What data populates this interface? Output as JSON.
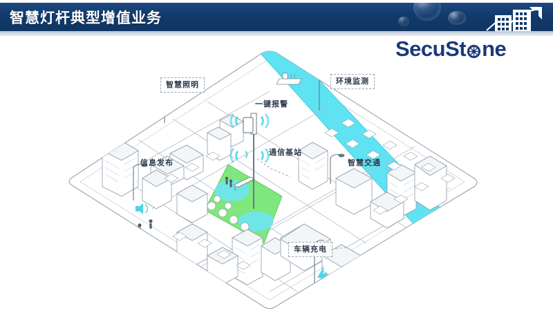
{
  "header": {
    "title": "智慧灯杆典型增值业务",
    "bar_color": "#123a6b",
    "underline_color": "#c3cedb",
    "decor": {
      "bubbles": [
        "bubble-large",
        "bubble-medium",
        "bubble-small"
      ],
      "emblem_icon": "buildings-growth-arrow-icon"
    }
  },
  "brand": {
    "text_before": "SecuSt",
    "gear_letter": "o",
    "text_after": "ne",
    "full_name": "SecuStone",
    "color": "#1b3a7a",
    "gear_icon": "gear-wheel-icon"
  },
  "illustration": {
    "name": "isometric-smart-city-diagram",
    "base_plate_color": "#ffffff",
    "outline_color": "#8e9aa6",
    "park_color": "#7fe07f",
    "water_color": "#5de3f0",
    "accent_color": "#3ad6e8",
    "river_label": "river",
    "boat_label": "boat",
    "center_pole": "smart-light-pole"
  },
  "callouts": [
    {
      "id": "smart-lighting",
      "label": "智慧照明",
      "boxed": true,
      "icon": "street-lamp-icon"
    },
    {
      "id": "env-monitor",
      "label": "环境监测",
      "boxed": true,
      "icon": "sensor-icon"
    },
    {
      "id": "one-key-alarm",
      "label": "一键报警",
      "boxed": false,
      "icon": "alarm-signal-icon"
    },
    {
      "id": "info-release",
      "label": "信息发布",
      "boxed": false,
      "icon": "speaker-icon"
    },
    {
      "id": "base-station",
      "label": "通信基站",
      "boxed": false,
      "icon": "antenna-icon"
    },
    {
      "id": "smart-traffic",
      "label": "智慧交通",
      "boxed": false,
      "icon": "traffic-icon"
    },
    {
      "id": "vehicle-charge",
      "label": "车辆充电",
      "boxed": true,
      "icon": "lightning-bolt-icon"
    }
  ]
}
